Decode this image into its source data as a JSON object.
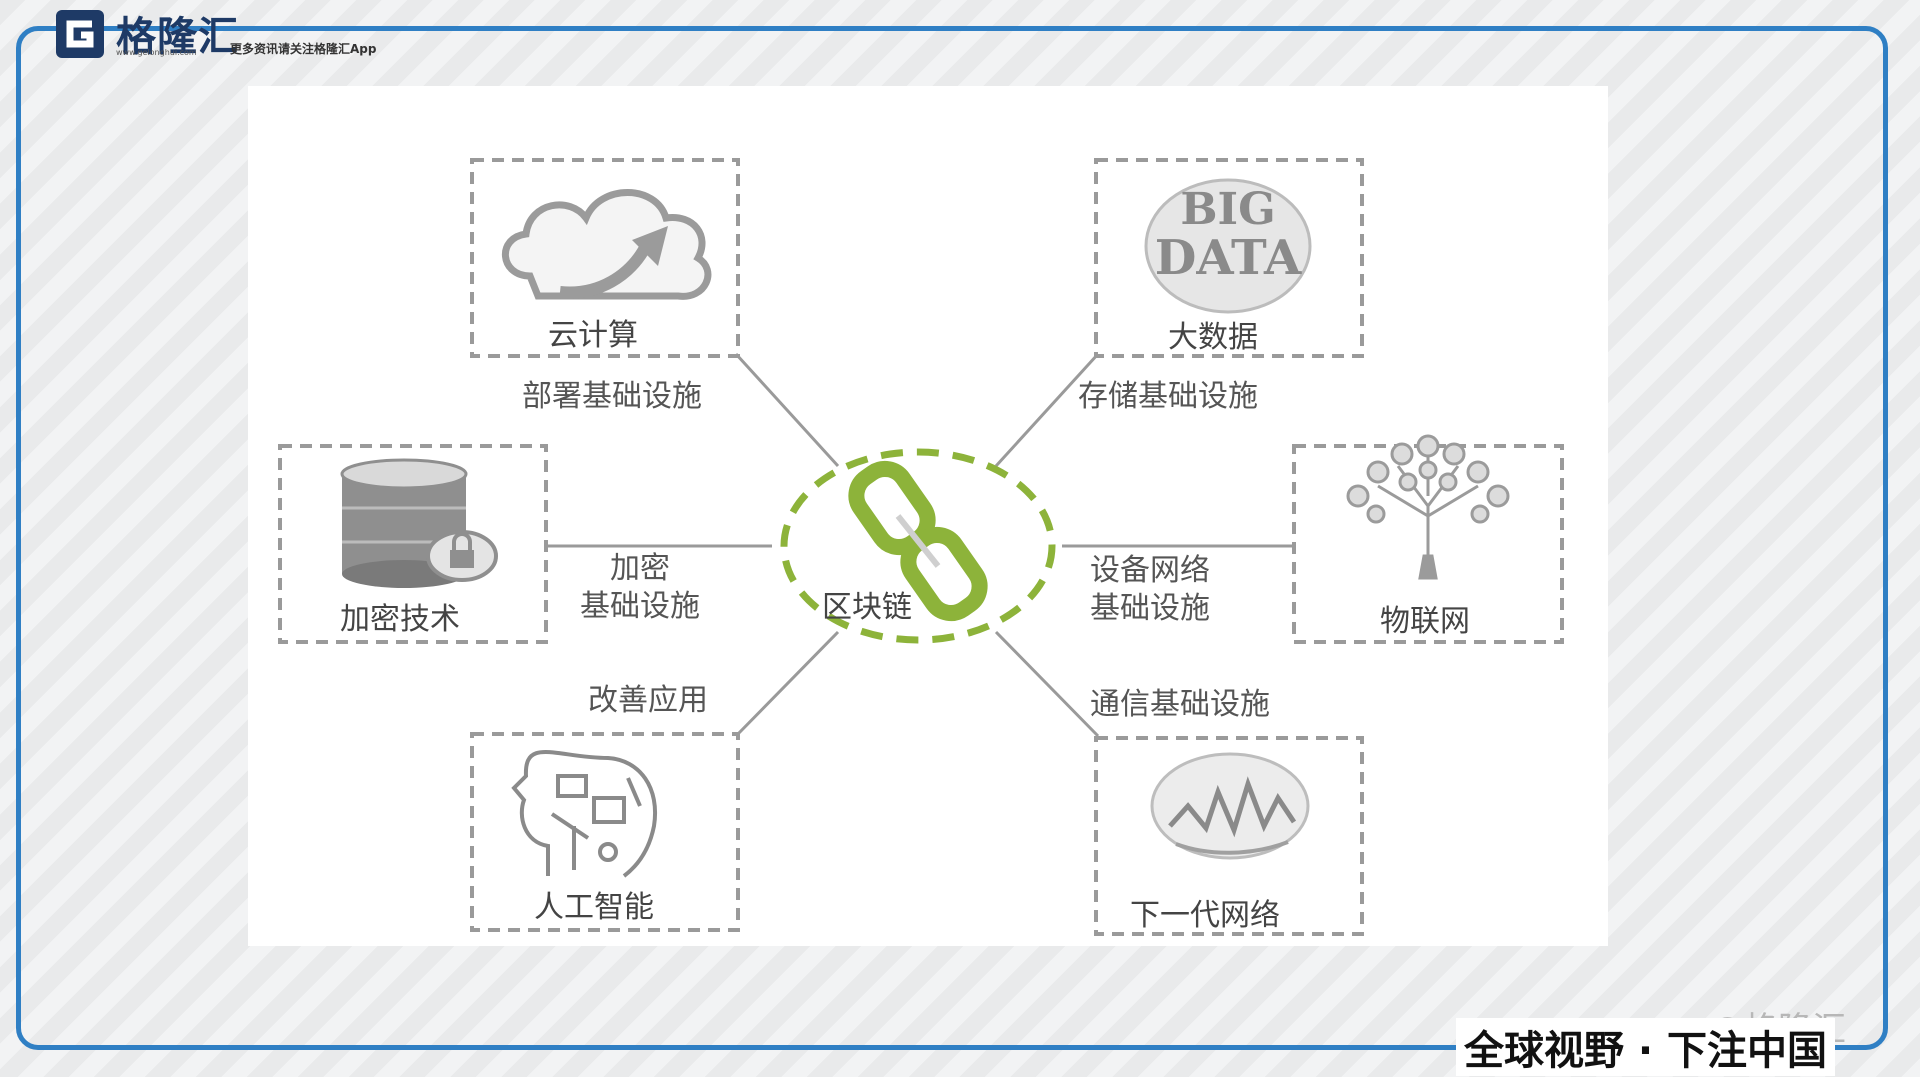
{
  "header": {
    "brand": "格隆汇",
    "brand_url": "www.gelonghui.com",
    "tagline": "更多资讯请关注格隆汇App"
  },
  "footer": {
    "slogan": "全球视野 · 下注中国",
    "watermark": "@格隆汇"
  },
  "diagram": {
    "center": "区块链",
    "nodes": {
      "cloud": "云计算",
      "bigdata": "大数据",
      "bigdata_art": [
        "BIG",
        "DATA"
      ],
      "encryption": "加密技术",
      "iot": "物联网",
      "ai": "人工智能",
      "nextnet": "下一代网络"
    },
    "edges": {
      "cloud": "部署基础设施",
      "bigdata": "存储基础设施",
      "encryption": [
        "加密",
        "基础设施"
      ],
      "iot": [
        "设备网络",
        "基础设施"
      ],
      "ai": "改善应用",
      "nextnet": "通信基础设施"
    }
  },
  "colors": {
    "frame": "#2f7fc4",
    "accent": "#8db33a",
    "box_border": "#9a9a9a",
    "icon_gray": "#9b9b9b"
  }
}
